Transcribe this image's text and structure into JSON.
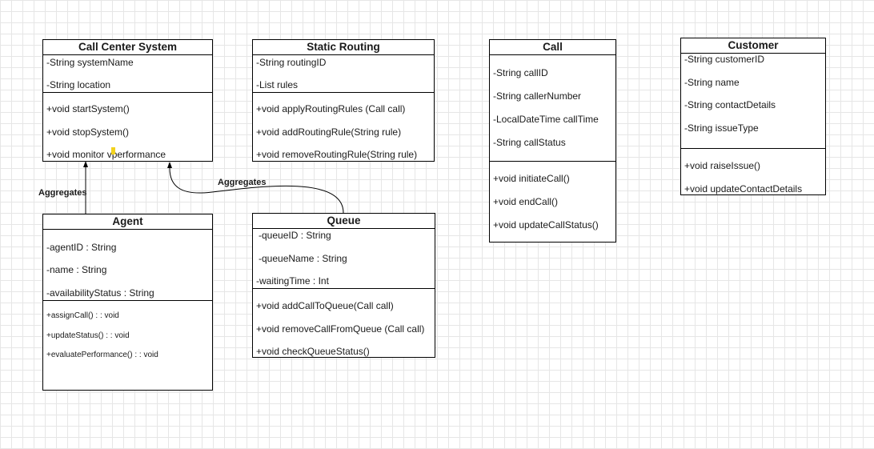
{
  "classes": {
    "call_center": {
      "name": "Call Center System",
      "attributes": [
        "-String systemName",
        "-String location"
      ],
      "methods": [
        "+void startSystem()",
        "+void stopSystem()",
        "+void monitor vperformance"
      ]
    },
    "static_routing": {
      "name": "Static Routing",
      "attributes": [
        "-String routingID",
        "-List rules"
      ],
      "methods": [
        "+void applyRoutingRules (Call call)",
        "+void addRoutingRule(String rule)",
        "+void removeRoutingRule(String rule)"
      ]
    },
    "call": {
      "name": "Call",
      "attributes": [
        "-String callID",
        "-String callerNumber",
        "-LocalDateTime callTime",
        "-String callStatus"
      ],
      "methods": [
        "+void initiateCall()",
        "+void endCall()",
        "+void updateCallStatus()"
      ]
    },
    "customer": {
      "name": "Customer",
      "attributes": [
        "-String customerID",
        "-String name",
        "-String contactDetails",
        "-String issueType"
      ],
      "methods": [
        "+void raiseIssue()",
        "+void updateContactDetails"
      ]
    },
    "agent": {
      "name": "Agent",
      "attributes": [
        "-agentID : String",
        "-name : String",
        "-availabilityStatus : String"
      ],
      "methods": [
        "+assignCall() : : void",
        "+updateStatus() : : void",
        "+evaluatePerformance() : : void"
      ]
    },
    "queue": {
      "name": "Queue",
      "attributes": [
        "-queueID : String",
        "-queueName : String",
        "-waitingTime : Int"
      ],
      "methods": [
        "+void addCallToQueue(Call call)",
        "+void removeCallFromQueue (Call call)",
        "+void checkQueueStatus()"
      ]
    }
  },
  "relations": [
    {
      "from": "agent",
      "to": "call_center",
      "label": "Aggregates"
    },
    {
      "from": "queue",
      "to": "call_center",
      "label": "Aggregates"
    }
  ]
}
